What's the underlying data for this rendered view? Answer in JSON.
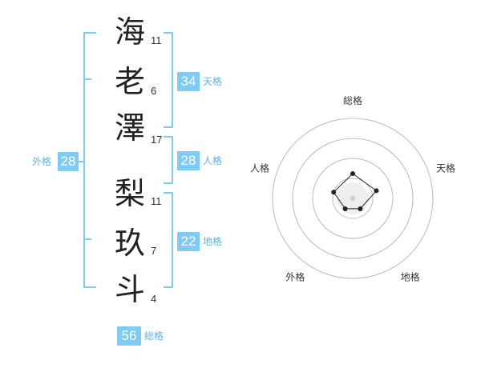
{
  "characters": [
    {
      "char": "海",
      "strokes": "11"
    },
    {
      "char": "老",
      "strokes": "6"
    },
    {
      "char": "澤",
      "strokes": "17"
    },
    {
      "char": "梨",
      "strokes": "11"
    },
    {
      "char": "玖",
      "strokes": "7"
    },
    {
      "char": "斗",
      "strokes": "4"
    }
  ],
  "scores": {
    "tenkaku": {
      "label": "天格",
      "value": "34"
    },
    "jinkaku": {
      "label": "人格",
      "value": "28"
    },
    "chikaku": {
      "label": "地格",
      "value": "22"
    },
    "gaikaku": {
      "label": "外格",
      "value": "28"
    },
    "soukaku": {
      "label": "総格",
      "value": "56"
    }
  },
  "colors": {
    "accent": "#7ecbf5",
    "label": "#59b4e8"
  },
  "chart_data": {
    "type": "radar",
    "axes": [
      "総格",
      "天格",
      "地格",
      "外格",
      "人格"
    ],
    "values": [
      0.31,
      0.31,
      0.16,
      0.16,
      0.25
    ],
    "range": [
      0,
      1
    ],
    "rings": 4
  }
}
